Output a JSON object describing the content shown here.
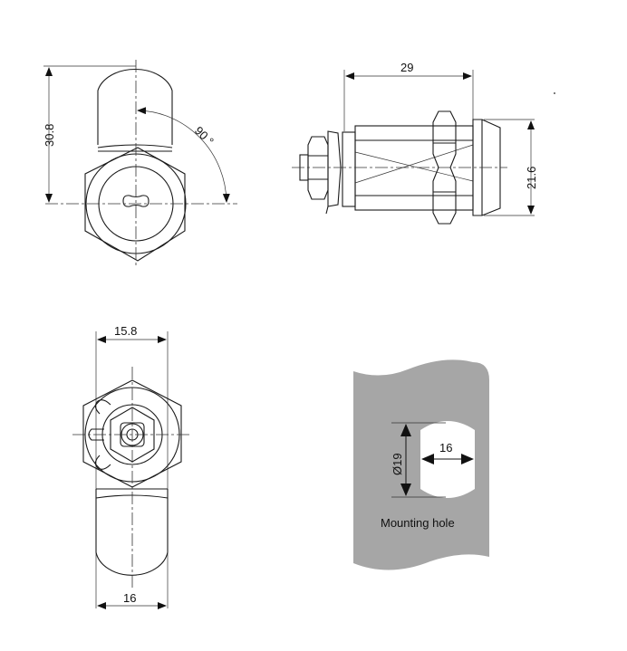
{
  "front_view": {
    "height_dim": "30.8",
    "angle_dim": "90 °"
  },
  "side_view": {
    "length_dim": "29",
    "diameter_dim": "21.6"
  },
  "bottom_view": {
    "hex_width_dim": "15.8",
    "cam_width_dim": "16"
  },
  "mounting_hole": {
    "diameter_dim": "Ø19",
    "flat_width_dim": "16",
    "caption": "Mounting hole",
    "panel_color": "#a6a6a6"
  }
}
